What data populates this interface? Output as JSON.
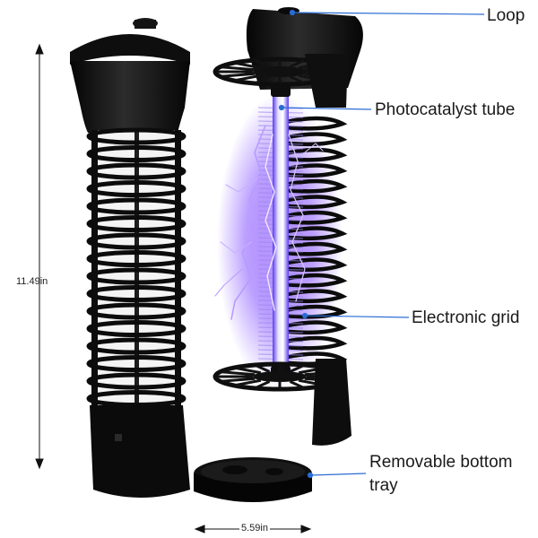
{
  "callouts": {
    "loop": "Loop",
    "photocatalyst_tube": "Photocatalyst tube",
    "electronic_grid": "Electronic grid",
    "removable_bottom_tray_line1": "Removable bottom",
    "removable_bottom_tray_line2": "tray"
  },
  "dimensions": {
    "height": "11.49in",
    "width": "5.59in"
  },
  "colors": {
    "body": "#111111",
    "callout_line": "#2b6cd4",
    "uv_glow": "#7a3cff",
    "tube_core": "#f2f0ff"
  }
}
